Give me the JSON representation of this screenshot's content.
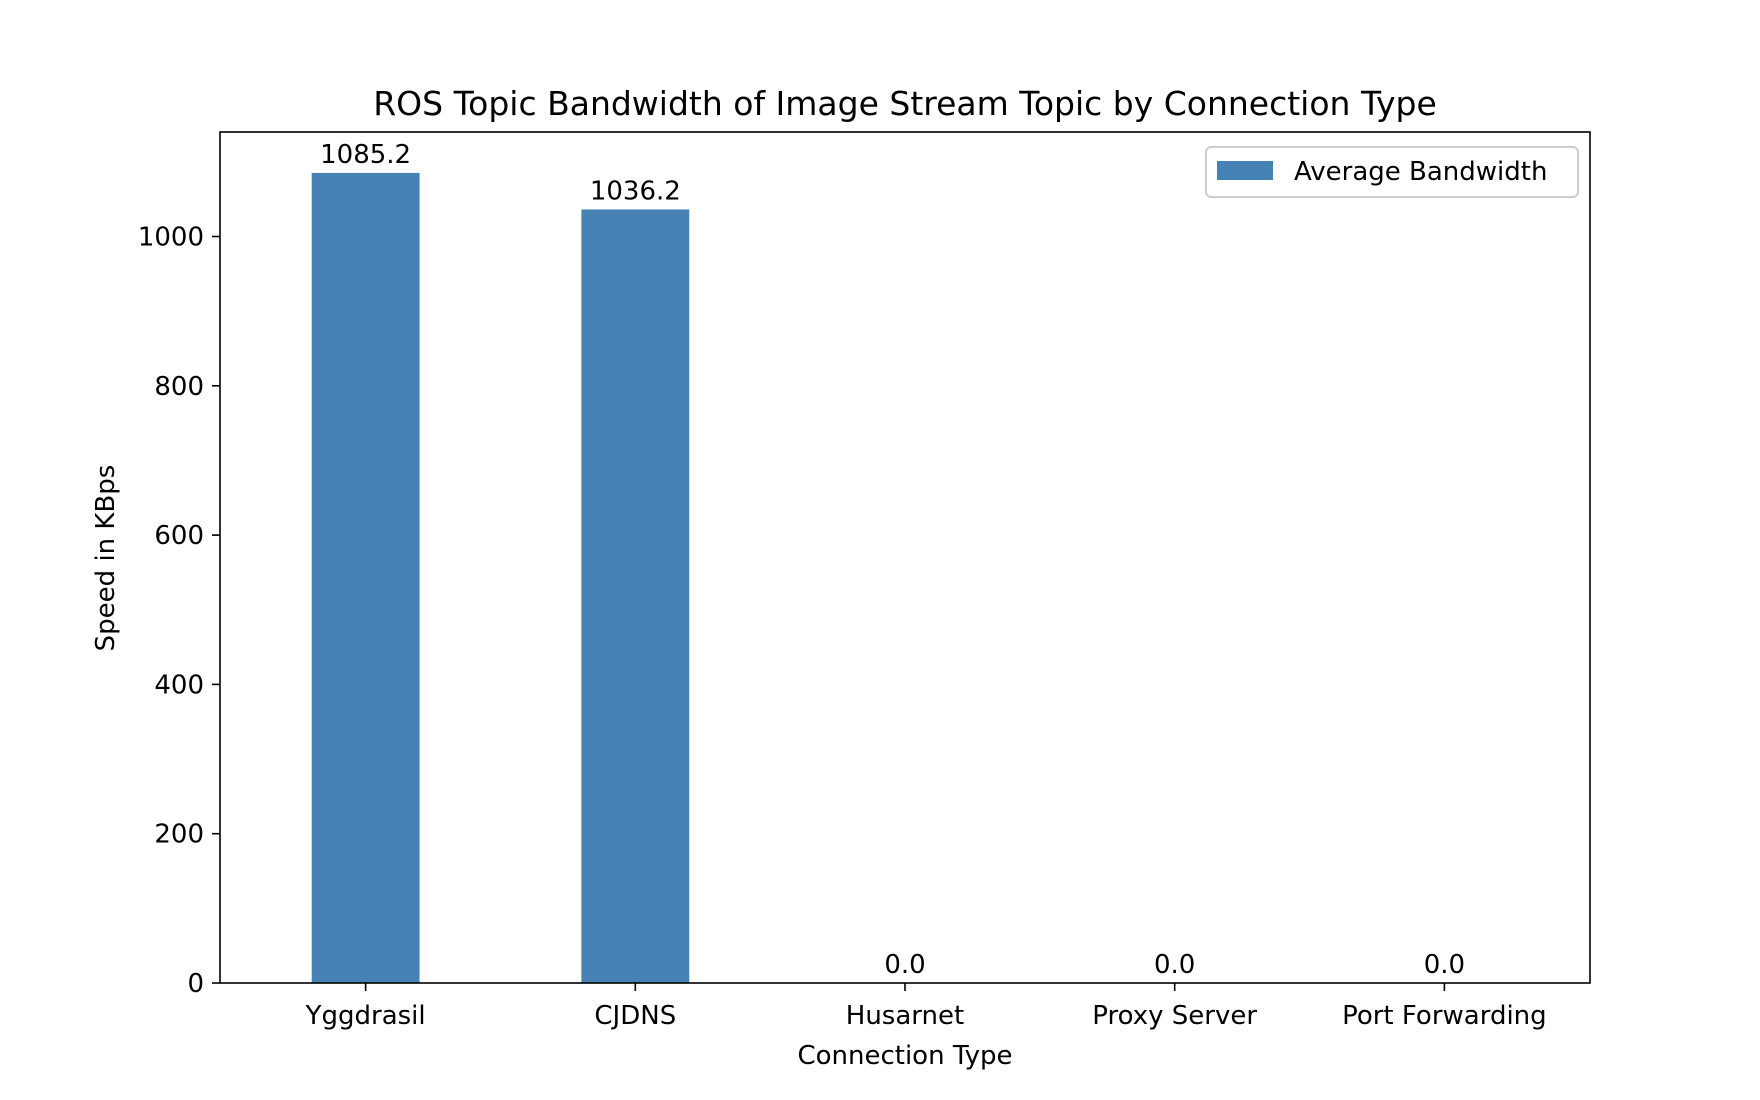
{
  "chart_data": {
    "type": "bar",
    "title": "ROS Topic Bandwidth of Image Stream Topic by Connection Type",
    "xlabel": "Connection Type",
    "ylabel": "Speed in KBps",
    "categories": [
      "Yggdrasil",
      "CJDNS",
      "Husarnet",
      "Proxy Server",
      "Port Forwarding"
    ],
    "series": [
      {
        "name": "Average Bandwidth",
        "values": [
          1085.2,
          1036.2,
          0.0,
          0.0,
          0.0
        ],
        "labels": [
          "1085.2",
          "1036.2",
          "0.0",
          "0.0",
          "0.0"
        ],
        "color": "#4682b4"
      }
    ],
    "ylim": [
      0,
      1140
    ],
    "yticks": [
      0,
      200,
      400,
      600,
      800,
      1000
    ],
    "ytick_labels": [
      "0",
      "200",
      "400",
      "600",
      "800",
      "1000"
    ],
    "legend_placement": "top-right",
    "grid": false
  }
}
